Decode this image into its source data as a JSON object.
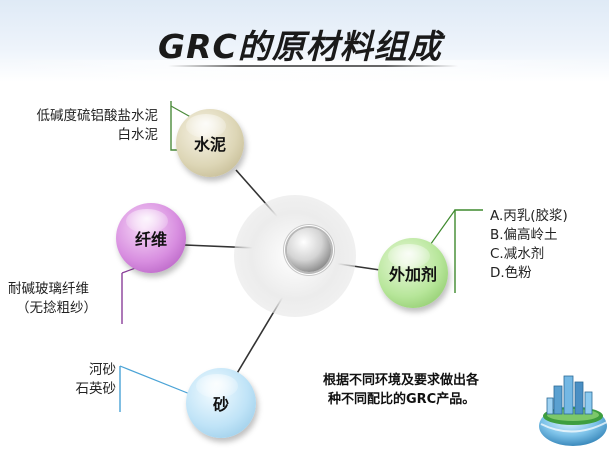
{
  "title": "GRC的原材料组成",
  "center": {
    "icon": "sphere-hub-icon"
  },
  "nodes": {
    "cement": {
      "label": "水泥",
      "color": "#d9d2b0",
      "items": [
        "低碱度硫铝酸盐水泥",
        "白水泥"
      ]
    },
    "fiber": {
      "label": "纤维",
      "color": "#d88ee0",
      "items": [
        "耐碱玻璃纤维",
        "（无捻粗纱）"
      ]
    },
    "additive": {
      "label": "外加剂",
      "color": "#b7e69a",
      "items": [
        "A.丙乳(胶浆)",
        "B.偏高岭土",
        "C.减水剂",
        "D.色粉"
      ]
    },
    "sand": {
      "label": "砂",
      "color": "#bfe3f7",
      "items": [
        "河砂",
        "石英砂"
      ]
    }
  },
  "note": {
    "lines": [
      "根据不同环境及要求做出各",
      "种不同配比的GRC产品。"
    ]
  },
  "decoration": {
    "icon": "city-globe-icon"
  },
  "colors": {
    "line": "#333333",
    "bracket": "#2e7d32",
    "accent_blue": "#4aa3d6"
  }
}
